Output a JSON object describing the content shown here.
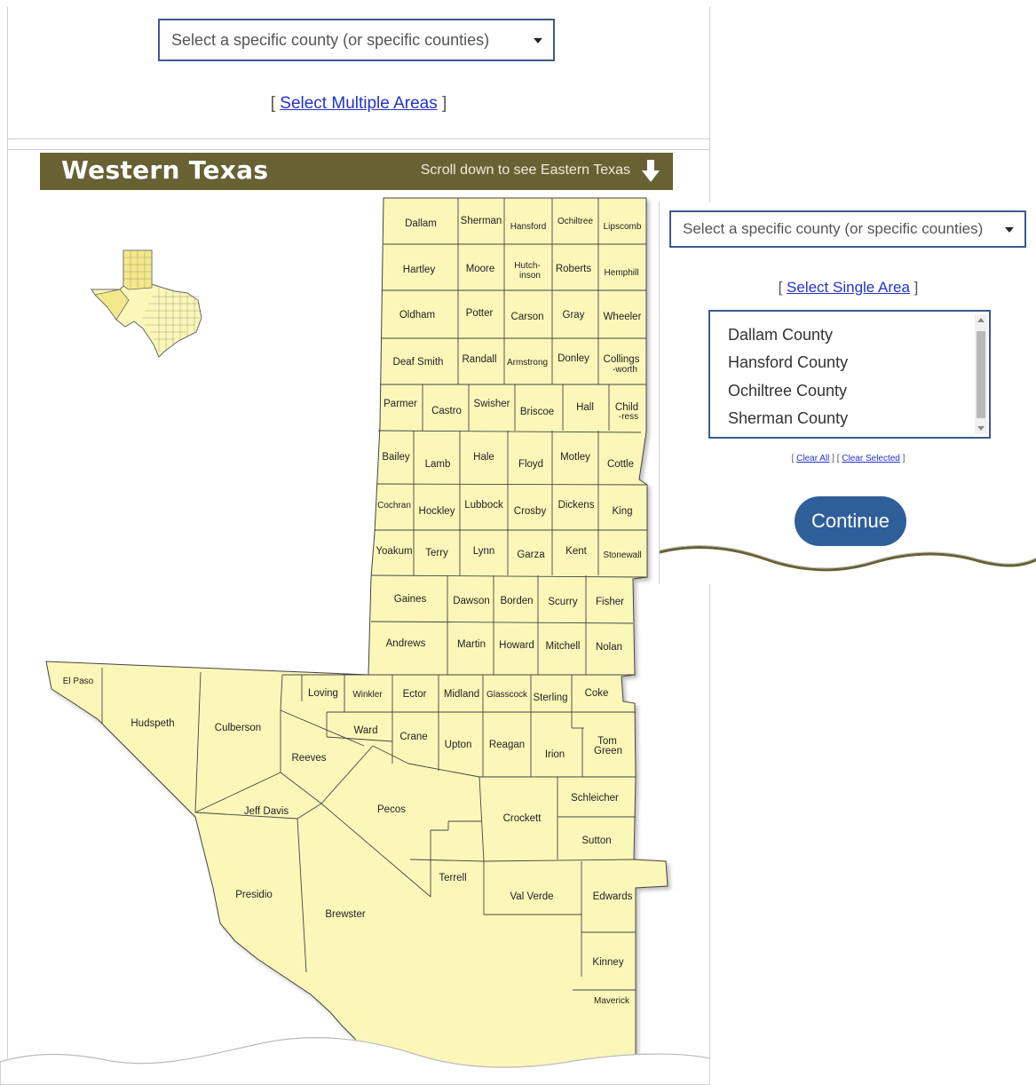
{
  "left_panel": {
    "select_placeholder": "Select a specific county (or specific counties)",
    "toggle_link_prefix": "[ ",
    "toggle_link_text": "Select Multiple Areas",
    "toggle_link_suffix": " ]"
  },
  "region": {
    "title": "Western Texas",
    "hint": "Scroll down to see Eastern Texas",
    "arrow_icon": "arrow-down-icon"
  },
  "map": {
    "fill": "#fbf7b9",
    "stroke": "#444444",
    "counties": [
      "Dallam",
      "Sherman",
      "Hansford",
      "Ochiltree",
      "Lipscomb",
      "Hartley",
      "Moore",
      "Hutch-",
      "inson",
      "Roberts",
      "Hemphill",
      "Oldham",
      "Potter",
      "Carson",
      "Gray",
      "Wheeler",
      "Deaf Smith",
      "Randall",
      "Armstrong",
      "Donley",
      "Collings",
      "-worth",
      "Parmer",
      "Castro",
      "Swisher",
      "Briscoe",
      "Hall",
      "Child",
      "-ress",
      "Bailey",
      "Lamb",
      "Hale",
      "Floyd",
      "Motley",
      "Cottle",
      "Cochran",
      "Hockley",
      "Lubbock",
      "Crosby",
      "Dickens",
      "King",
      "Yoakum",
      "Terry",
      "Lynn",
      "Garza",
      "Kent",
      "Stonewall",
      "Gaines",
      "Dawson",
      "Borden",
      "Scurry",
      "Fisher",
      "Andrews",
      "Martin",
      "Howard",
      "Mitchell",
      "Nolan",
      "El Paso",
      "Hudspeth",
      "Culberson",
      "Loving",
      "Winkler",
      "Ector",
      "Midland",
      "Glasscock",
      "Sterling",
      "Coke",
      "Ward",
      "Crane",
      "Upton",
      "Reagan",
      "Irion",
      "Tom",
      "Green",
      "Reeves",
      "Jeff Davis",
      "Pecos",
      "Crockett",
      "Schleicher",
      "Sutton",
      "Terrell",
      "Val Verde",
      "Edwards",
      "Presidio",
      "Brewster",
      "Kinney",
      "Maverick"
    ]
  },
  "right_panel": {
    "select_placeholder": "Select a specific county (or specific counties)",
    "toggle_link_prefix": "[ ",
    "toggle_link_text": "Select Single Area",
    "toggle_link_suffix": " ]",
    "selected": [
      "Dallam County",
      "Hansford County",
      "Ochiltree County",
      "Sherman County"
    ],
    "clear_all": "Clear All",
    "clear_selected": "Clear Selected",
    "continue_label": "Continue"
  },
  "colors": {
    "accent": "#2f5f9b",
    "region_bar": "#676133",
    "link": "#2233cc",
    "map_fill": "#fbf7b9"
  }
}
